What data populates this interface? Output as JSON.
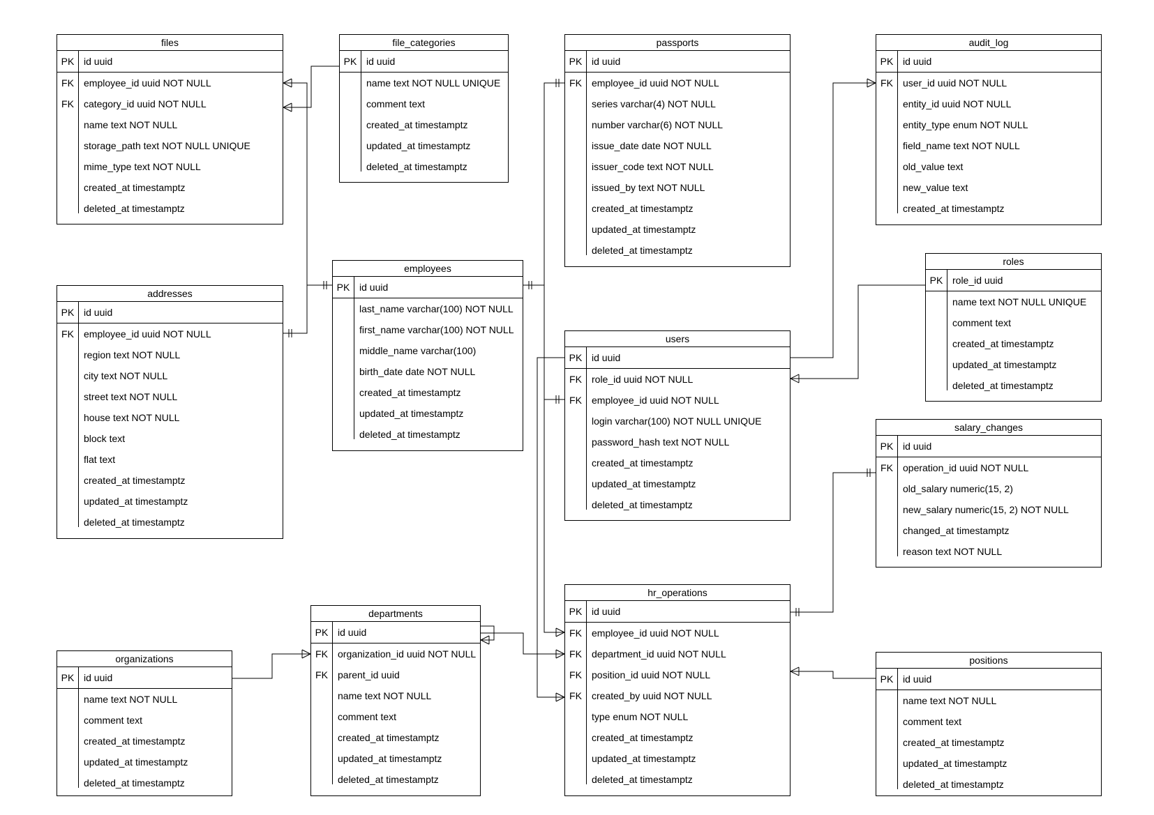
{
  "entities": [
    {
      "id": "files",
      "title": "files",
      "rows": [
        {
          "key": "PK",
          "text": "id uuid"
        },
        {
          "key": "FK",
          "text": "employee_id uuid NOT NULL"
        },
        {
          "key": "FK",
          "text": "category_id uuid NOT NULL"
        },
        {
          "key": "",
          "text": "name text NOT NULL"
        },
        {
          "key": "",
          "text": "storage_path text NOT NULL UNIQUE"
        },
        {
          "key": "",
          "text": "mime_type text NOT NULL"
        },
        {
          "key": "",
          "text": "created_at timestamptz"
        },
        {
          "key": "",
          "text": "deleted_at timestamptz"
        }
      ]
    },
    {
      "id": "file_categories",
      "title": "file_categories",
      "rows": [
        {
          "key": "PK",
          "text": "id uuid"
        },
        {
          "key": "",
          "text": "name text NOT NULL UNIQUE"
        },
        {
          "key": "",
          "text": "comment text"
        },
        {
          "key": "",
          "text": "created_at timestamptz"
        },
        {
          "key": "",
          "text": "updated_at timestamptz"
        },
        {
          "key": "",
          "text": "deleted_at timestamptz"
        }
      ]
    },
    {
      "id": "passports",
      "title": "passports",
      "rows": [
        {
          "key": "PK",
          "text": "id uuid"
        },
        {
          "key": "FK",
          "text": "employee_id  uuid NOT NULL"
        },
        {
          "key": "",
          "text": "series varchar(4) NOT NULL"
        },
        {
          "key": "",
          "text": "number varchar(6) NOT NULL"
        },
        {
          "key": "",
          "text": "issue_date date NOT NULL"
        },
        {
          "key": "",
          "text": "issuer_code text NOT NULL"
        },
        {
          "key": "",
          "text": "issued_by text NOT NULL"
        },
        {
          "key": "",
          "text": "created_at timestamptz"
        },
        {
          "key": "",
          "text": "updated_at timestamptz"
        },
        {
          "key": "",
          "text": "deleted_at timestamptz"
        }
      ]
    },
    {
      "id": "audit_log",
      "title": "audit_log",
      "rows": [
        {
          "key": "PK",
          "text": "id uuid"
        },
        {
          "key": "FK",
          "text": "user_id uuid NOT NULL"
        },
        {
          "key": "",
          "text": "entity_id uuid NOT NULL"
        },
        {
          "key": "",
          "text": "entity_type enum NOT NULL"
        },
        {
          "key": "",
          "text": "field_name text NOT NULL"
        },
        {
          "key": "",
          "text": "old_value text"
        },
        {
          "key": "",
          "text": "new_value text"
        },
        {
          "key": "",
          "text": "created_at timestamptz"
        }
      ]
    },
    {
      "id": "addresses",
      "title": "addresses",
      "rows": [
        {
          "key": "PK",
          "text": "id uuid"
        },
        {
          "key": "FK",
          "text": "employee_id  uuid NOT NULL"
        },
        {
          "key": "",
          "text": "region text NOT NULL"
        },
        {
          "key": "",
          "text": "city text NOT NULL"
        },
        {
          "key": "",
          "text": "street text NOT NULL"
        },
        {
          "key": "",
          "text": "house text NOT NULL"
        },
        {
          "key": "",
          "text": "block text"
        },
        {
          "key": "",
          "text": "flat text"
        },
        {
          "key": "",
          "text": "created_at timestamptz"
        },
        {
          "key": "",
          "text": "updated_at timestamptz"
        },
        {
          "key": "",
          "text": "deleted_at timestamptz"
        }
      ]
    },
    {
      "id": "employees",
      "title": "employees",
      "rows": [
        {
          "key": "PK",
          "text": "id uuid"
        },
        {
          "key": "",
          "text": "last_name varchar(100) NOT NULL"
        },
        {
          "key": "",
          "text": "first_name varchar(100) NOT NULL"
        },
        {
          "key": "",
          "text": "middle_name varchar(100)"
        },
        {
          "key": "",
          "text": "birth_date date NOT NULL"
        },
        {
          "key": "",
          "text": "created_at timestamptz"
        },
        {
          "key": "",
          "text": "updated_at timestamptz"
        },
        {
          "key": "",
          "text": "deleted_at timestamptz"
        }
      ]
    },
    {
      "id": "roles",
      "title": "roles",
      "rows": [
        {
          "key": "PK",
          "text": "role_id uuid"
        },
        {
          "key": "",
          "text": "name text NOT NULL UNIQUE"
        },
        {
          "key": "",
          "text": "comment text"
        },
        {
          "key": "",
          "text": "created_at timestamptz"
        },
        {
          "key": "",
          "text": "updated_at timestamptz"
        },
        {
          "key": "",
          "text": "deleted_at timestamptz"
        }
      ]
    },
    {
      "id": "users",
      "title": "users",
      "rows": [
        {
          "key": "PK",
          "text": "id uuid"
        },
        {
          "key": "FK",
          "text": "role_id uuid NOT NULL"
        },
        {
          "key": "FK",
          "text": "employee_id uuid NOT NULL"
        },
        {
          "key": "",
          "text": "login varchar(100) NOT NULL UNIQUE"
        },
        {
          "key": "",
          "text": "password_hash text NOT NULL"
        },
        {
          "key": "",
          "text": "created_at timestamptz"
        },
        {
          "key": "",
          "text": "updated_at timestamptz"
        },
        {
          "key": "",
          "text": "deleted_at timestamptz"
        }
      ]
    },
    {
      "id": "salary_changes",
      "title": "salary_changes",
      "rows": [
        {
          "key": "PK",
          "text": "id uuid"
        },
        {
          "key": "FK",
          "text": "operation_id uuid NOT NULL"
        },
        {
          "key": "",
          "text": "old_salary numeric(15, 2)"
        },
        {
          "key": "",
          "text": "new_salary numeric(15, 2) NOT NULL"
        },
        {
          "key": "",
          "text": "changed_at timestamptz"
        },
        {
          "key": "",
          "text": "reason text NOT NULL"
        }
      ]
    },
    {
      "id": "hr_operations",
      "title": "hr_operations",
      "rows": [
        {
          "key": "PK",
          "text": "id uuid"
        },
        {
          "key": "FK",
          "text": "employee_id uuid NOT NULL"
        },
        {
          "key": "FK",
          "text": "department_id uuid NOT NULL"
        },
        {
          "key": "FK",
          "text": "position_id uuid NOT NULL"
        },
        {
          "key": "FK",
          "text": "created_by uuid NOT NULL"
        },
        {
          "key": "",
          "text": "type enum NOT NULL"
        },
        {
          "key": "",
          "text": "created_at timestamptz"
        },
        {
          "key": "",
          "text": "updated_at timestamptz"
        },
        {
          "key": "",
          "text": "deleted_at timestamptz"
        }
      ]
    },
    {
      "id": "departments",
      "title": "departments",
      "rows": [
        {
          "key": "PK",
          "text": "id uuid"
        },
        {
          "key": "FK",
          "text": "organization_id uuid NOT NULL"
        },
        {
          "key": "FK",
          "text": "parent_id uuid"
        },
        {
          "key": "",
          "text": "name text NOT NULL"
        },
        {
          "key": "",
          "text": "comment text"
        },
        {
          "key": "",
          "text": "created_at timestamptz"
        },
        {
          "key": "",
          "text": "updated_at timestamptz"
        },
        {
          "key": "",
          "text": "deleted_at timestamptz"
        }
      ]
    },
    {
      "id": "organizations",
      "title": "organizations",
      "rows": [
        {
          "key": "PK",
          "text": "id uuid"
        },
        {
          "key": "",
          "text": "name text NOT NULL"
        },
        {
          "key": "",
          "text": "comment text"
        },
        {
          "key": "",
          "text": "created_at timestamptz"
        },
        {
          "key": "",
          "text": "updated_at timestamptz"
        },
        {
          "key": "",
          "text": "deleted_at timestamptz"
        }
      ]
    },
    {
      "id": "positions",
      "title": "positions",
      "rows": [
        {
          "key": "PK",
          "text": "id uuid"
        },
        {
          "key": "",
          "text": "name text NOT NULL"
        },
        {
          "key": "",
          "text": "comment text"
        },
        {
          "key": "",
          "text": "created_at timestamptz"
        },
        {
          "key": "",
          "text": "updated_at timestamptz"
        },
        {
          "key": "",
          "text": "deleted_at timestamptz"
        }
      ]
    }
  ],
  "relations": [
    {
      "from": "files.employee_id",
      "to": "employees.id",
      "cardinality": "many-to-one"
    },
    {
      "from": "files.category_id",
      "to": "file_categories.id",
      "cardinality": "many-to-one"
    },
    {
      "from": "addresses.employee_id",
      "to": "employees.id",
      "cardinality": "one-to-one"
    },
    {
      "from": "passports.employee_id",
      "to": "employees.id",
      "cardinality": "one-to-one"
    },
    {
      "from": "users.employee_id",
      "to": "employees.id",
      "cardinality": "one-to-one"
    },
    {
      "from": "users.role_id",
      "to": "roles.role_id",
      "cardinality": "many-to-one"
    },
    {
      "from": "audit_log.user_id",
      "to": "users.id",
      "cardinality": "many-to-one"
    },
    {
      "from": "hr_operations.employee_id",
      "to": "employees.id",
      "cardinality": "many-to-one"
    },
    {
      "from": "hr_operations.created_by",
      "to": "users.id",
      "cardinality": "many-to-one"
    },
    {
      "from": "hr_operations.department_id",
      "to": "departments.id",
      "cardinality": "many-to-one"
    },
    {
      "from": "hr_operations.position_id",
      "to": "positions.id",
      "cardinality": "many-to-one"
    },
    {
      "from": "salary_changes.operation_id",
      "to": "hr_operations.id",
      "cardinality": "one-to-one"
    },
    {
      "from": "departments.organization_id",
      "to": "organizations.id",
      "cardinality": "many-to-one"
    },
    {
      "from": "departments.parent_id",
      "to": "departments.id",
      "cardinality": "many-to-one"
    }
  ]
}
